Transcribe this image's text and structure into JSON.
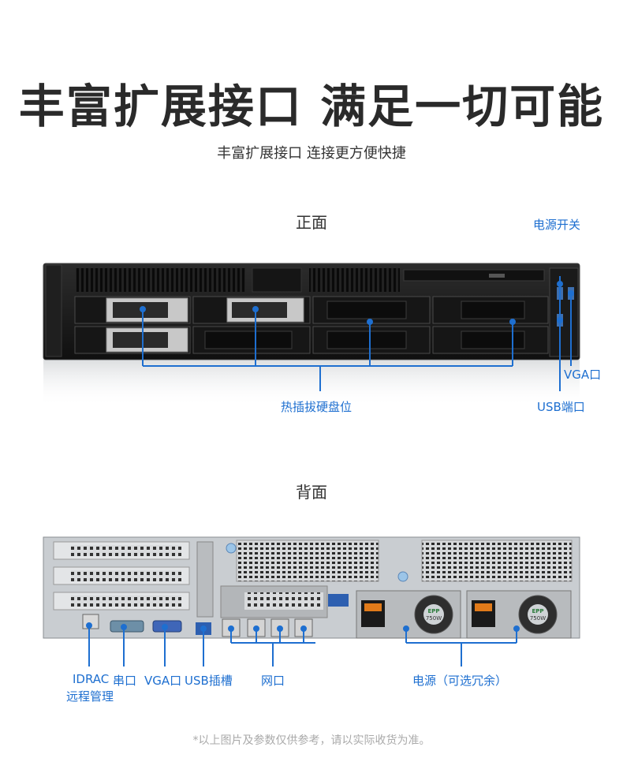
{
  "header": {
    "title": "丰富扩展接口 满足一切可能",
    "subtitle": "丰富扩展接口 连接更方便快捷"
  },
  "front": {
    "section_label": "正面",
    "labels": {
      "power_switch": "电源开关",
      "vga": "VGA口",
      "usb": "USB端口",
      "hot_swap_bays": "热插拔硬盘位"
    }
  },
  "rear": {
    "section_label": "背面",
    "labels": {
      "idrac_line1": "IDRAC",
      "idrac_line2": "远程管理",
      "serial": "串口",
      "vga": "VGA口",
      "usb_slot": "USB插槽",
      "network": "网口",
      "power": "电源（可选冗余）"
    },
    "psu_badge": "750W"
  },
  "footnote": "*以上图片及参数仅供参考，请以实际收货为准。",
  "colors": {
    "accent": "#1e6fd0",
    "title": "#2a2a2a",
    "chassis_dark": "#1b1b1b",
    "chassis_light": "#c9cdd1"
  }
}
